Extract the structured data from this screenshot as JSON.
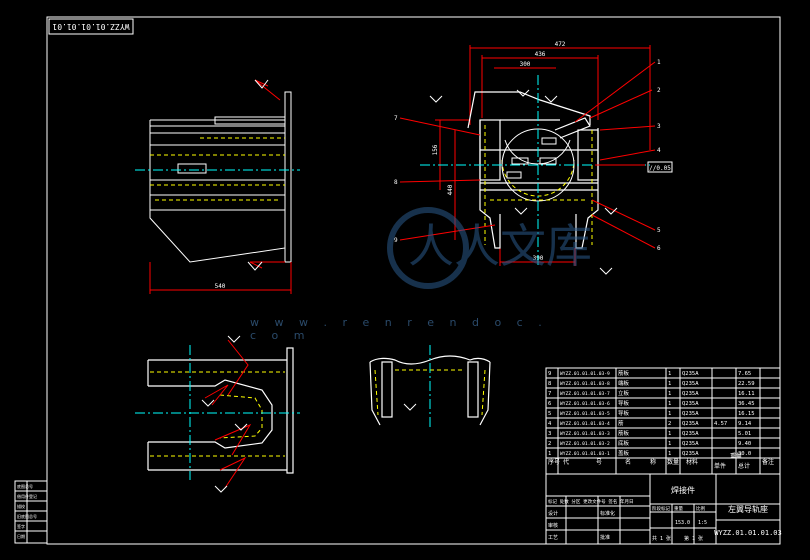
{
  "drawing": {
    "number_rotated": "WYZZ.01.01.01.01",
    "number": "WYZZ.01.01.01.03",
    "part_name": "左翼导轨座",
    "assembly_label": "焊接件"
  },
  "watermark": {
    "brand": "人人文库",
    "url": "w w w . r e n r e n d o c . c o m"
  },
  "dimensions": {
    "overall_width_top": "472",
    "width_2": "436",
    "width_3": "300",
    "height_left": "156",
    "height_mid": "440",
    "bottom_width": "390",
    "side_length": "540",
    "tolerance": "//0.05"
  },
  "colors": {
    "background": "#000000",
    "line": "#ffffff",
    "centerline": "#00ffff",
    "hidden": "#ffff00",
    "leader": "#ff0000",
    "table": "#ffffff"
  },
  "bom": {
    "header": [
      "序号",
      "代",
      "号",
      "名",
      "称",
      "数量",
      "材料",
      "单件",
      "总计",
      "备注"
    ],
    "header_group": "重量",
    "rows": [
      [
        "9",
        "WYZZ.01.01.01.03-9",
        "筋板",
        "1",
        "Q235A",
        "",
        "7.65",
        ""
      ],
      [
        "8",
        "WYZZ.01.01.01.03-8",
        "端板",
        "1",
        "Q235A",
        "",
        "22.59",
        ""
      ],
      [
        "7",
        "WYZZ.01.01.01.03-7",
        "立板",
        "1",
        "Q235A",
        "",
        "16.11",
        ""
      ],
      [
        "6",
        "WYZZ.01.01.01.03-6",
        "导板",
        "1",
        "Q235A",
        "",
        "36.45",
        ""
      ],
      [
        "5",
        "WYZZ.01.01.01.03-5",
        "导板",
        "1",
        "Q235A",
        "",
        "16.15",
        ""
      ],
      [
        "4",
        "WYZZ.01.01.01.03-4",
        "筋",
        "2",
        "Q235A",
        "4.57",
        "9.14",
        ""
      ],
      [
        "3",
        "WYZZ.01.01.01.03-3",
        "筋板",
        "1",
        "Q235A",
        "",
        "5.01",
        ""
      ],
      [
        "2",
        "WYZZ.01.01.01.03-2",
        "底板",
        "1",
        "Q235A",
        "",
        "9.40",
        ""
      ],
      [
        "1",
        "WYZZ.01.01.01.03-1",
        "盖板",
        "1",
        "Q235A",
        "",
        "30.0",
        ""
      ]
    ]
  },
  "title_block": {
    "scale_label": "比例",
    "scale": "1:5",
    "sheet_total": "共 1 张",
    "sheet_no": "第 1 张",
    "stage_label": "阶段标记",
    "weight_label": "重量",
    "weight": "153.0",
    "designer": "设计",
    "checker": "审核",
    "process": "工艺",
    "standard": "标准化",
    "approve": "批准",
    "mark_row": "标记 处数 分区 更改文件号 签名 年月日"
  },
  "left_strip": [
    "底图总号",
    "借用件登记",
    "描校",
    "旧底图总号",
    "签字",
    "日期"
  ]
}
